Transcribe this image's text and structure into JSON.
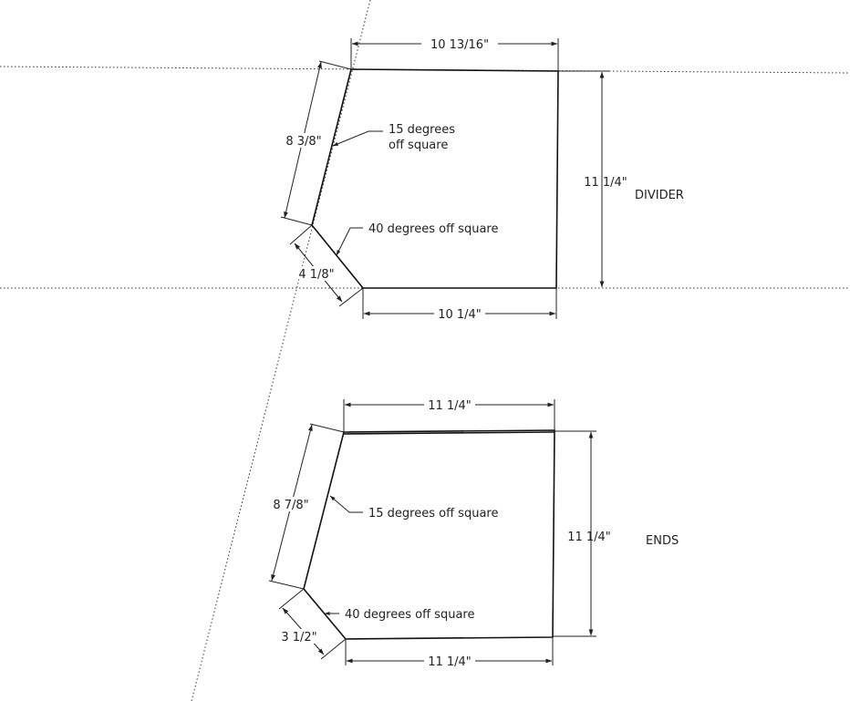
{
  "divider": {
    "name": "DIVIDER",
    "top_width": "10 13/16\"",
    "bottom_width": "10 1/4\"",
    "height": "11 1/4\"",
    "slant_length": "8 3/8\"",
    "chamfer_length": "4 1/8\"",
    "slant_note_line1": "15 degrees",
    "slant_note_line2": "off square",
    "chamfer_note": "40 degrees off square"
  },
  "ends": {
    "name": "ENDS",
    "top_width": "11 1/4\"",
    "bottom_width": "11 1/4\"",
    "height": "11 1/4\"",
    "slant_length": "8 7/8\"",
    "chamfer_length": "3 1/2\"",
    "slant_note": "15 degrees off square",
    "chamfer_note": "40 degrees off square"
  },
  "colors": {
    "line": "#111111",
    "background": "#ffffff"
  }
}
